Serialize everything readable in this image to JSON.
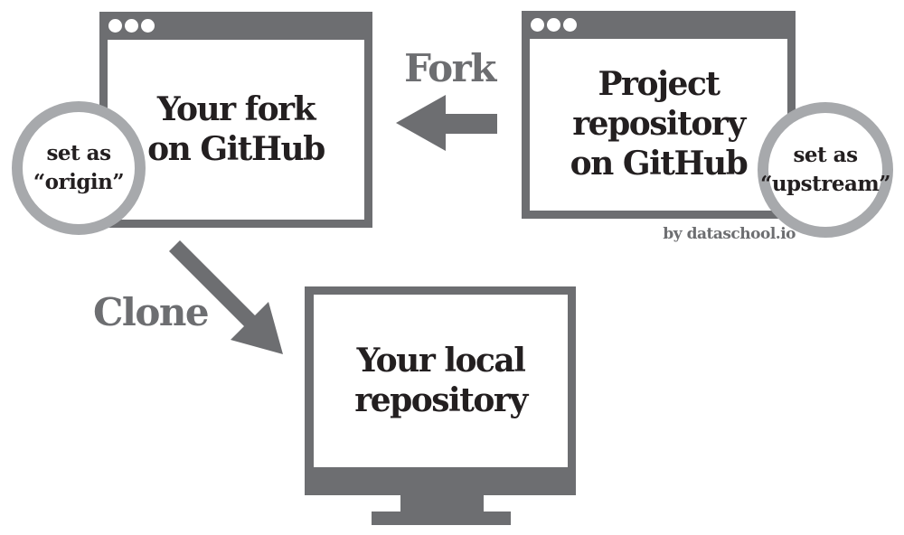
{
  "colors": {
    "dark_gray": "#6d6e71",
    "light_gray": "#a7a9ac",
    "text_black": "#231f20",
    "canvas_bg": "#ffffff"
  },
  "fork_window": {
    "title_lines": [
      "Your fork",
      "on GitHub"
    ]
  },
  "project_window": {
    "title_lines": [
      "Project",
      "repository",
      "on GitHub"
    ]
  },
  "origin_badge": {
    "lines": [
      "set as",
      "“origin”"
    ]
  },
  "upstream_badge": {
    "lines": [
      "set as",
      "“upstream”"
    ]
  },
  "labels": {
    "fork": "Fork",
    "clone": "Clone"
  },
  "monitor": {
    "title_lines": [
      "Your local",
      "repository"
    ]
  },
  "credit": "by dataschool.io"
}
